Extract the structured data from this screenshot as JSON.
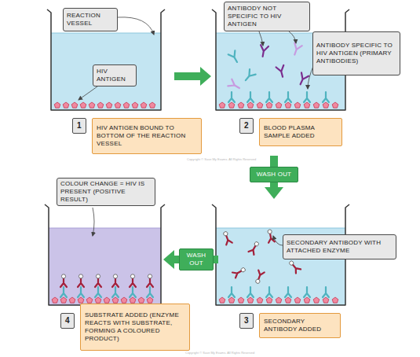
{
  "diagram": {
    "nodes": [
      {
        "text": [
          "REACTION VESSEL"
        ]
      },
      {
        "text": [
          "HIV ANTIGEN"
        ]
      },
      {
        "text": [
          "ANTIBODY NOT SPECIFIC TO HIV ANTIGEN"
        ]
      },
      {
        "text": [
          "ANTIBODY SPECIFIC TO HIV ANTIGEN (PRIMARY ANTIBODIES)"
        ]
      },
      {
        "text": [
          "1"
        ]
      },
      {
        "text": [
          "HIV ANTIGEN BOUND TO BOTTOM OF THE REACTION VESSEL"
        ]
      },
      {
        "text": [
          "2"
        ]
      },
      {
        "text": [
          "BLOOD PLASMA SAMPLE ADDED"
        ]
      },
      {
        "text": [
          "WASH OUT"
        ]
      },
      {
        "text": [
          "COLOUR CHANGE = HIV IS PRESENT (POSITIVE RESULT)"
        ]
      },
      {
        "text": [
          "SECONDARY ANTIBODY WITH ATTACHED ENZYME"
        ]
      },
      {
        "text": [
          "WASH OUT"
        ]
      },
      {
        "text": [
          "4"
        ]
      },
      {
        "text": [
          "SUBSTRATE ADDED (ENZYME REACTS WITH SUBSTRATE, FORMING A COLOURED PRODUCT)"
        ]
      },
      {
        "text": [
          "3"
        ]
      },
      {
        "text": [
          "SECONDARY ANTIBODY ADDED"
        ]
      }
    ],
    "labels": [
      "Copyright © Save My Exams. All Rights Reserved",
      "Copyright © Save My Exams. All Rights Reserved"
    ]
  }
}
